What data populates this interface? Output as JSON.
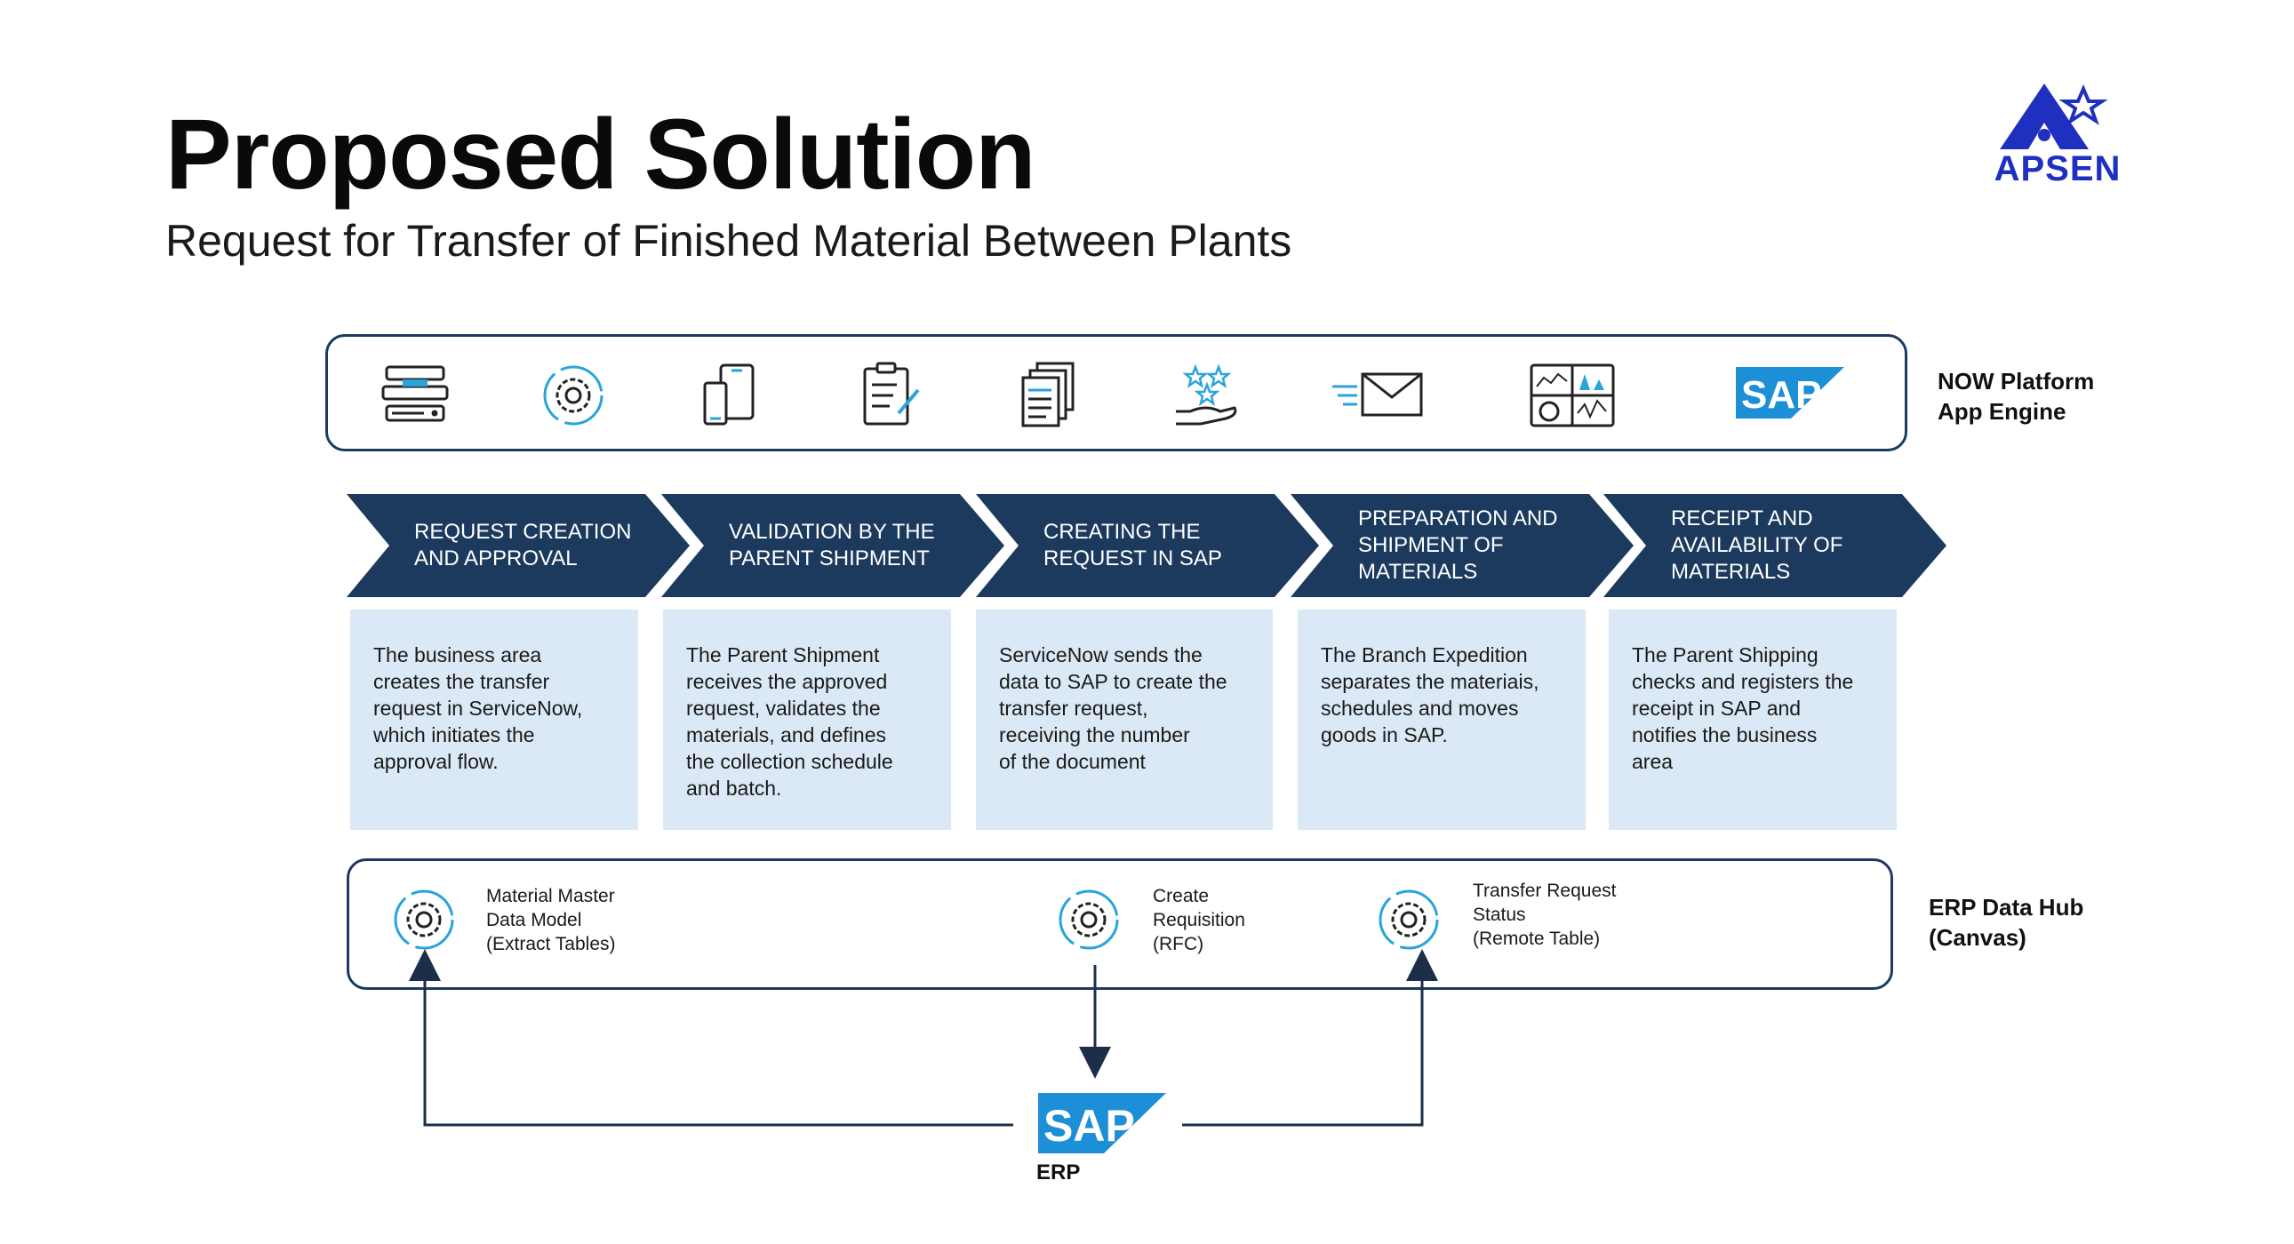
{
  "header": {
    "title": "Proposed Solution",
    "subtitle": "Request for Transfer of Finished Material Between Plants"
  },
  "logo": {
    "text": "APSEN",
    "color": "#1f2fbf"
  },
  "icon_bar": {
    "label_line1": "NOW Platform",
    "label_line2": "App Engine",
    "icons": [
      "server-stack-icon",
      "gear-cycle-icon",
      "mobile-devices-icon",
      "clipboard-edit-icon",
      "documents-icon",
      "hand-stars-icon",
      "fast-mail-icon",
      "dashboard-icon",
      "sap-logo-icon"
    ],
    "sap_text": "SAP"
  },
  "steps": [
    {
      "title_lines": [
        "REQUEST CREATION",
        "AND APPROVAL"
      ],
      "description_lines": [
        "The business area",
        "creates the transfer",
        "request in ServiceNow,",
        "which initiates the",
        "approval flow."
      ]
    },
    {
      "title_lines": [
        "VALIDATION BY THE",
        "PARENT SHIPMENT"
      ],
      "description_lines": [
        "The Parent Shipment",
        "receives the approved",
        "request, validates the",
        "materials, and defines",
        "the collection schedule",
        "and batch."
      ]
    },
    {
      "title_lines": [
        "CREATING THE",
        "REQUEST IN SAP"
      ],
      "description_lines": [
        "ServiceNow sends the",
        "data to SAP to create the",
        "transfer request,",
        "receiving the number",
        "of the document"
      ]
    },
    {
      "title_lines": [
        "PREPARATION AND",
        "SHIPMENT OF",
        "MATERIALS"
      ],
      "description_lines": [
        "The Branch Expedition",
        "separates the materiais,",
        "schedules and moves",
        "goods in SAP."
      ]
    },
    {
      "title_lines": [
        "RECEIPT AND",
        "AVAILABILITY OF",
        "MATERIALS"
      ],
      "description_lines": [
        "The Parent Shipping",
        "checks and registers the",
        "receipt in SAP and",
        "notifies the business",
        "area"
      ]
    }
  ],
  "erp_hub": {
    "label_line1": "ERP Data Hub",
    "label_line2": "(Canvas)",
    "items": [
      {
        "lines": [
          "Material Master",
          "Data Model",
          "(Extract Tables)"
        ]
      },
      {
        "lines": [
          "Create",
          "Requisition",
          "(RFC)"
        ]
      },
      {
        "lines": [
          "Transfer Request",
          "Status",
          "(Remote Table)"
        ]
      }
    ]
  },
  "erp": {
    "sap_text": "SAP",
    "label": "ERP"
  },
  "colors": {
    "navy": "#1c3a5e",
    "light_blue_box": "#dbe8f5",
    "sap_blue": "#1d8fd6",
    "icon_accent": "#2aa3db"
  }
}
